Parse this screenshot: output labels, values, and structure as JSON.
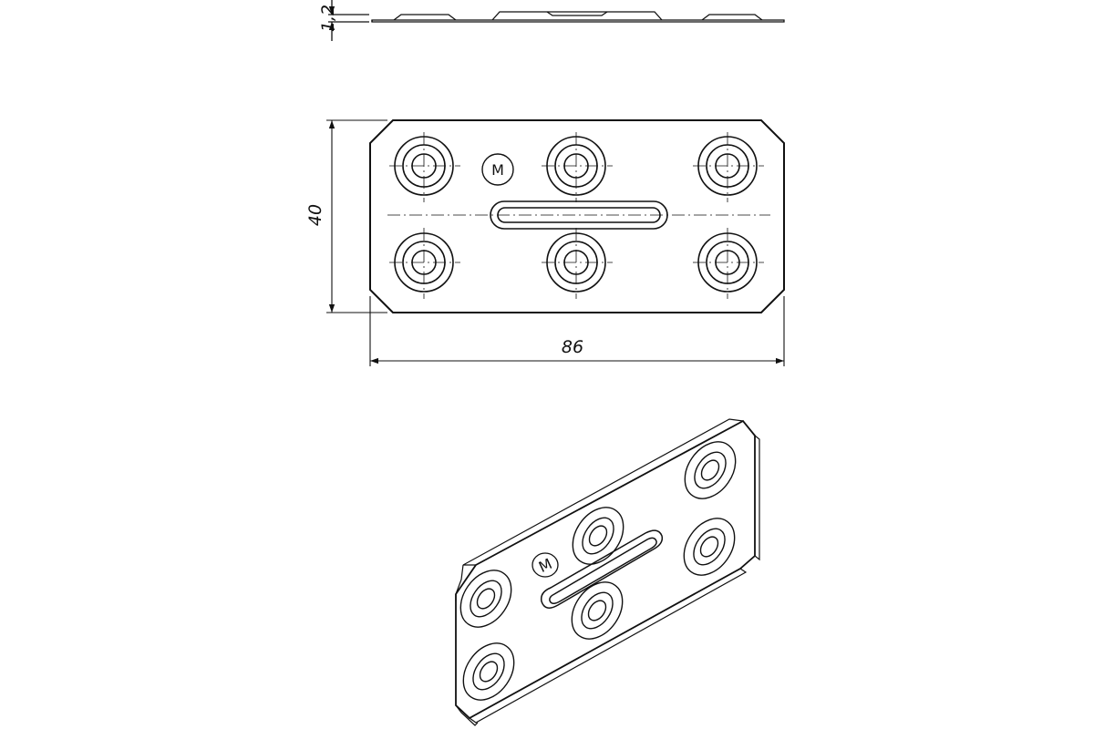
{
  "dimensions": {
    "thickness_label": "1,2",
    "height_label": "40",
    "width_label": "86"
  },
  "plate": {
    "hole_rows": 2,
    "holes_per_row": 3,
    "has_center_slot": true,
    "logo_letter": "M"
  },
  "colors": {
    "line": "#111111",
    "background": "#ffffff"
  }
}
